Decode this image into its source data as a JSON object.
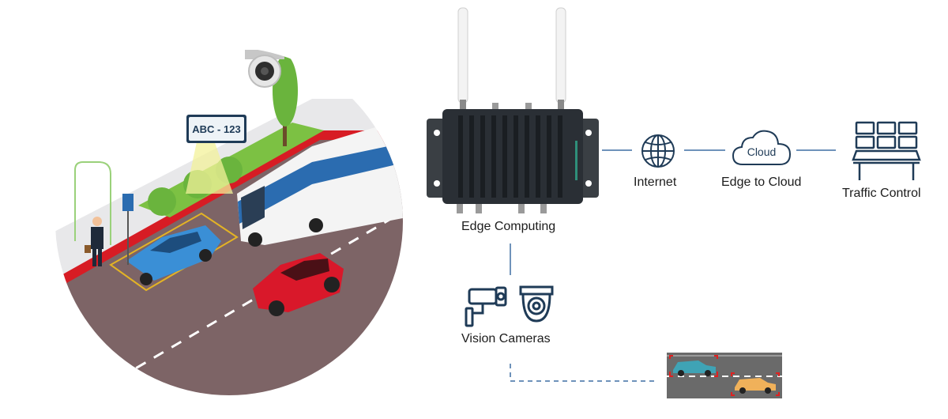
{
  "scene": {
    "plate_text": "ABC - 123"
  },
  "nodes": {
    "edge_computing": "Edge Computing",
    "internet": "Internet",
    "edge_to_cloud": "Edge to Cloud",
    "cloud_icon_text": "Cloud",
    "traffic_control": "Traffic Control",
    "vision_cameras": "Vision Cameras"
  },
  "colors": {
    "line_blue": "#3f6fa3",
    "icon_navy": "#1f3b57",
    "road": "#7d6466",
    "curb_red": "#d71c24",
    "bus_blue": "#2b6cb0",
    "car_red": "#d9182a",
    "car_blue": "#3a8fd6",
    "tree_green": "#6ab43d"
  }
}
